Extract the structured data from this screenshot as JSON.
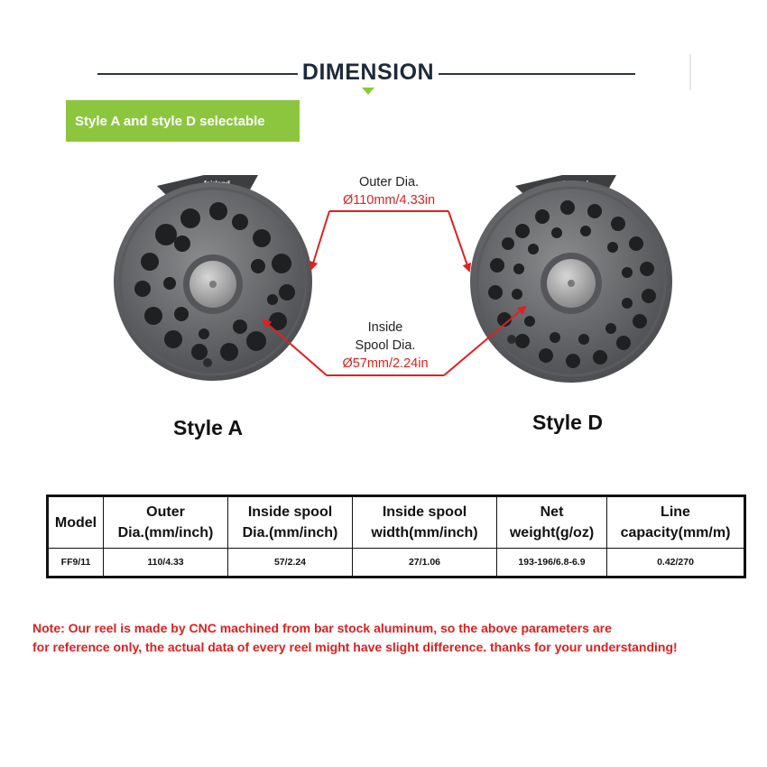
{
  "header": {
    "title": "DIMENSION"
  },
  "badge": {
    "text": "Style A and style D selectable"
  },
  "reels": {
    "brand": "fairland",
    "style_a_label": "Style A",
    "style_d_label": "Style D"
  },
  "annotations": {
    "outer_title": "Outer Dia.",
    "outer_value": "Ø110mm/4.33in",
    "inside_line1": "Inside",
    "inside_line2": "Spool Dia.",
    "inside_value": "Ø57mm/2.24in"
  },
  "table": {
    "headers": [
      [
        "Model"
      ],
      [
        "Outer",
        "Dia.(mm/inch)"
      ],
      [
        "Inside spool",
        "Dia.(mm/inch)"
      ],
      [
        "Inside spool",
        "width(mm/inch)"
      ],
      [
        "Net",
        "weight(g/oz)"
      ],
      [
        "Line",
        "capacity(mm/m)"
      ]
    ],
    "row": [
      "FF9/11",
      "110/4.33",
      "57/2.24",
      "27/1.06",
      "193-196/6.8-6.9",
      "0.42/270"
    ]
  },
  "note": {
    "line1": "Note: Our reel is made by CNC machined from bar stock aluminum, so the above parameters are",
    "line2": "for reference only, the actual data of every reel might have slight difference. thanks for your understanding!"
  },
  "colors": {
    "accent_green": "#8cc63f",
    "annotation_red": "#e02020",
    "reel_gray": "#6e6f71",
    "header_navy": "#1d2a3a"
  }
}
